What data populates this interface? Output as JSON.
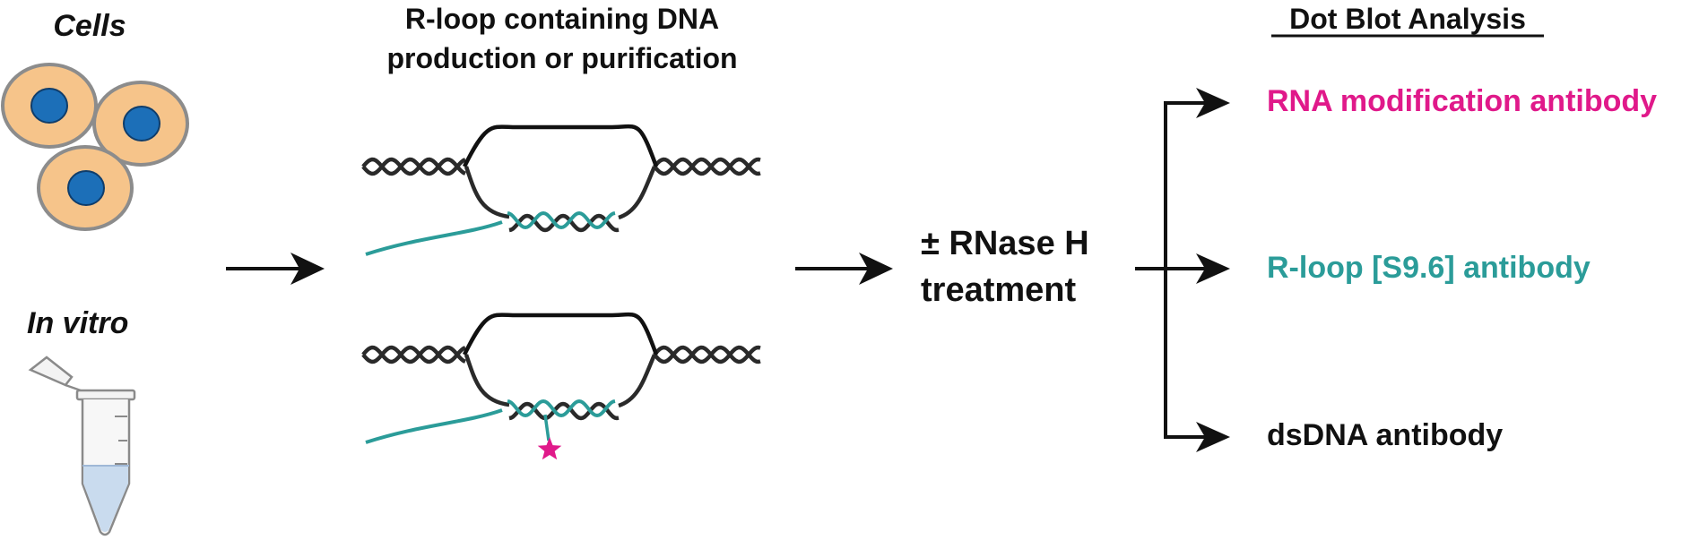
{
  "sources": {
    "cells_label": "Cells",
    "invitro_label": "In vitro"
  },
  "production": {
    "title_line1": "R-loop containing DNA",
    "title_line2": "production or purification"
  },
  "treatment": {
    "line1": "± RNase H",
    "line2": "treatment"
  },
  "analysis": {
    "title": "Dot Blot Analysis",
    "outputs": [
      {
        "label": "RNA modification antibody",
        "color": "#e0198a"
      },
      {
        "label": "R-loop [S9.6] antibody",
        "color": "#2b9c99"
      },
      {
        "label": "dsDNA antibody",
        "color": "#111111"
      }
    ]
  },
  "colors": {
    "cell_fill": "#f6c48a",
    "cell_stroke": "#8c8c8c",
    "nucleus_fill": "#1c6fb8",
    "dna_strand": "#2a2a2a",
    "rna_strand": "#2b9c99",
    "modification_star": "#e0198a",
    "arrow": "#111111"
  },
  "icons": [
    "cell-icon",
    "microcentrifuge-tube-icon",
    "r-loop-dna-icon",
    "modification-star-icon",
    "arrow-icon"
  ]
}
